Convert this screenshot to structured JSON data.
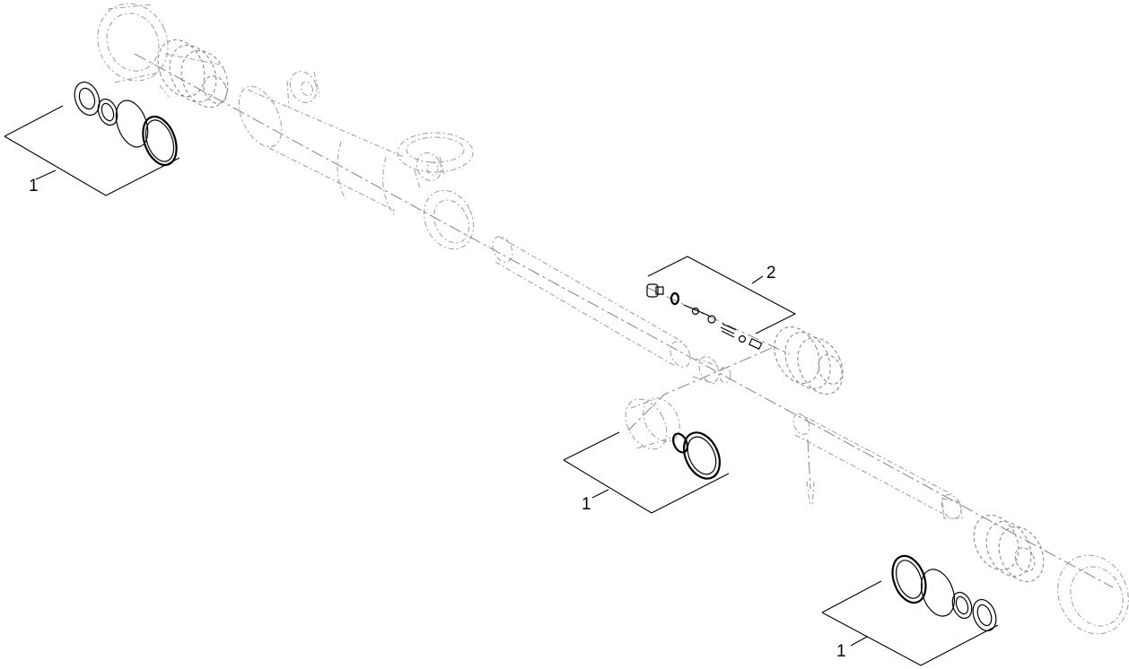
{
  "callouts": [
    {
      "id": "seal-kit-top-left",
      "label": "1"
    },
    {
      "id": "valve-kit",
      "label": "2"
    },
    {
      "id": "seal-kit-middle",
      "label": "1"
    },
    {
      "id": "seal-kit-bottom-right",
      "label": "1"
    }
  ]
}
